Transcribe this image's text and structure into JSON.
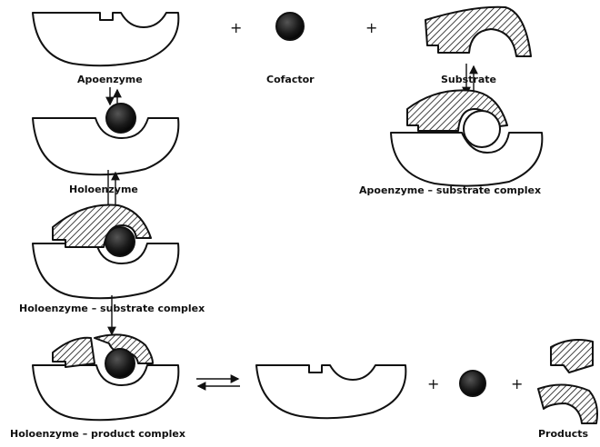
{
  "labels": {
    "apoenzyme": "Apoenzyme",
    "cofactor": "Cofactor",
    "substrate": "Substrate",
    "holoenzyme": "Holoenzyme",
    "apoenzyme_substrate_complex": "Apoenzyme – substrate complex",
    "holoenzyme_substrate_complex": "Holoenzyme – substrate complex",
    "holoenzyme_product_complex": "Holoenzyme – product complex",
    "products": "Products"
  },
  "operators": {
    "plus": "+"
  },
  "colors": {
    "ink": "#111111",
    "cofactor_fill": "#1a1a1a",
    "background": "#ffffff"
  }
}
